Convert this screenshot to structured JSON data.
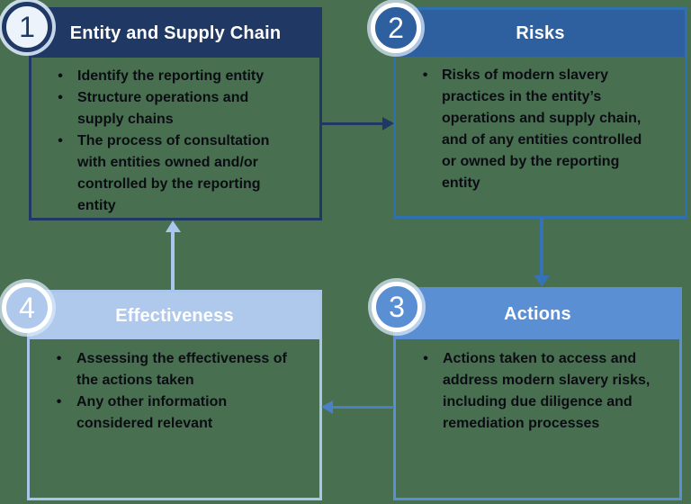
{
  "diagram": {
    "background_color": "#487050",
    "glyphs": {
      "bullet": "•"
    },
    "steps": [
      {
        "number": "1",
        "title": "Entity and Supply Chain",
        "header_color": "#1F3864",
        "border_color": "#1F3864",
        "badge_fill": "#EDF3FB",
        "badge_number_color": "#1F3864",
        "bullets": [
          "Identify the reporting entity",
          "Structure operations and supply chains",
          "The process of consultation with entities owned and/or controlled by the reporting entity"
        ]
      },
      {
        "number": "2",
        "title": "Risks",
        "header_color": "#2E5F9E",
        "border_color": "#2E70B2",
        "badge_fill": "#2E5F9E",
        "badge_number_color": "#FFFFFF",
        "bullets": [
          "Risks of modern slavery practices in the entity’s operations and supply chain, and of any entities controlled or owned by the reporting entity"
        ]
      },
      {
        "number": "3",
        "title": "Actions",
        "header_color": "#5B8FD4",
        "border_color": "#5B8FD4",
        "badge_fill": "#5B8FD4",
        "badge_number_color": "#FFFFFF",
        "bullets": [
          "Actions taken to access and address modern slavery risks, including due diligence and remediation processes"
        ]
      },
      {
        "number": "4",
        "title": "Effectiveness",
        "header_color": "#AEC9EC",
        "border_color": "#A9C6EA",
        "badge_fill": "#AEC9EC",
        "badge_number_color": "#FFFFFF",
        "bullets": [
          "Assessing the effectiveness of the actions taken",
          "Any other information considered relevant"
        ]
      }
    ],
    "arrows": [
      {
        "name": "step1-to-step2",
        "direction": "right",
        "color": "#1F3864"
      },
      {
        "name": "step2-to-step3",
        "direction": "down",
        "color": "#3572B8"
      },
      {
        "name": "step3-to-step4",
        "direction": "left",
        "color": "#4A80C6"
      },
      {
        "name": "step4-to-step1",
        "direction": "up",
        "color": "#A9C6ED"
      }
    ],
    "title_text_color": "#FFFFFF",
    "body_text_color": "#0C0C14"
  }
}
